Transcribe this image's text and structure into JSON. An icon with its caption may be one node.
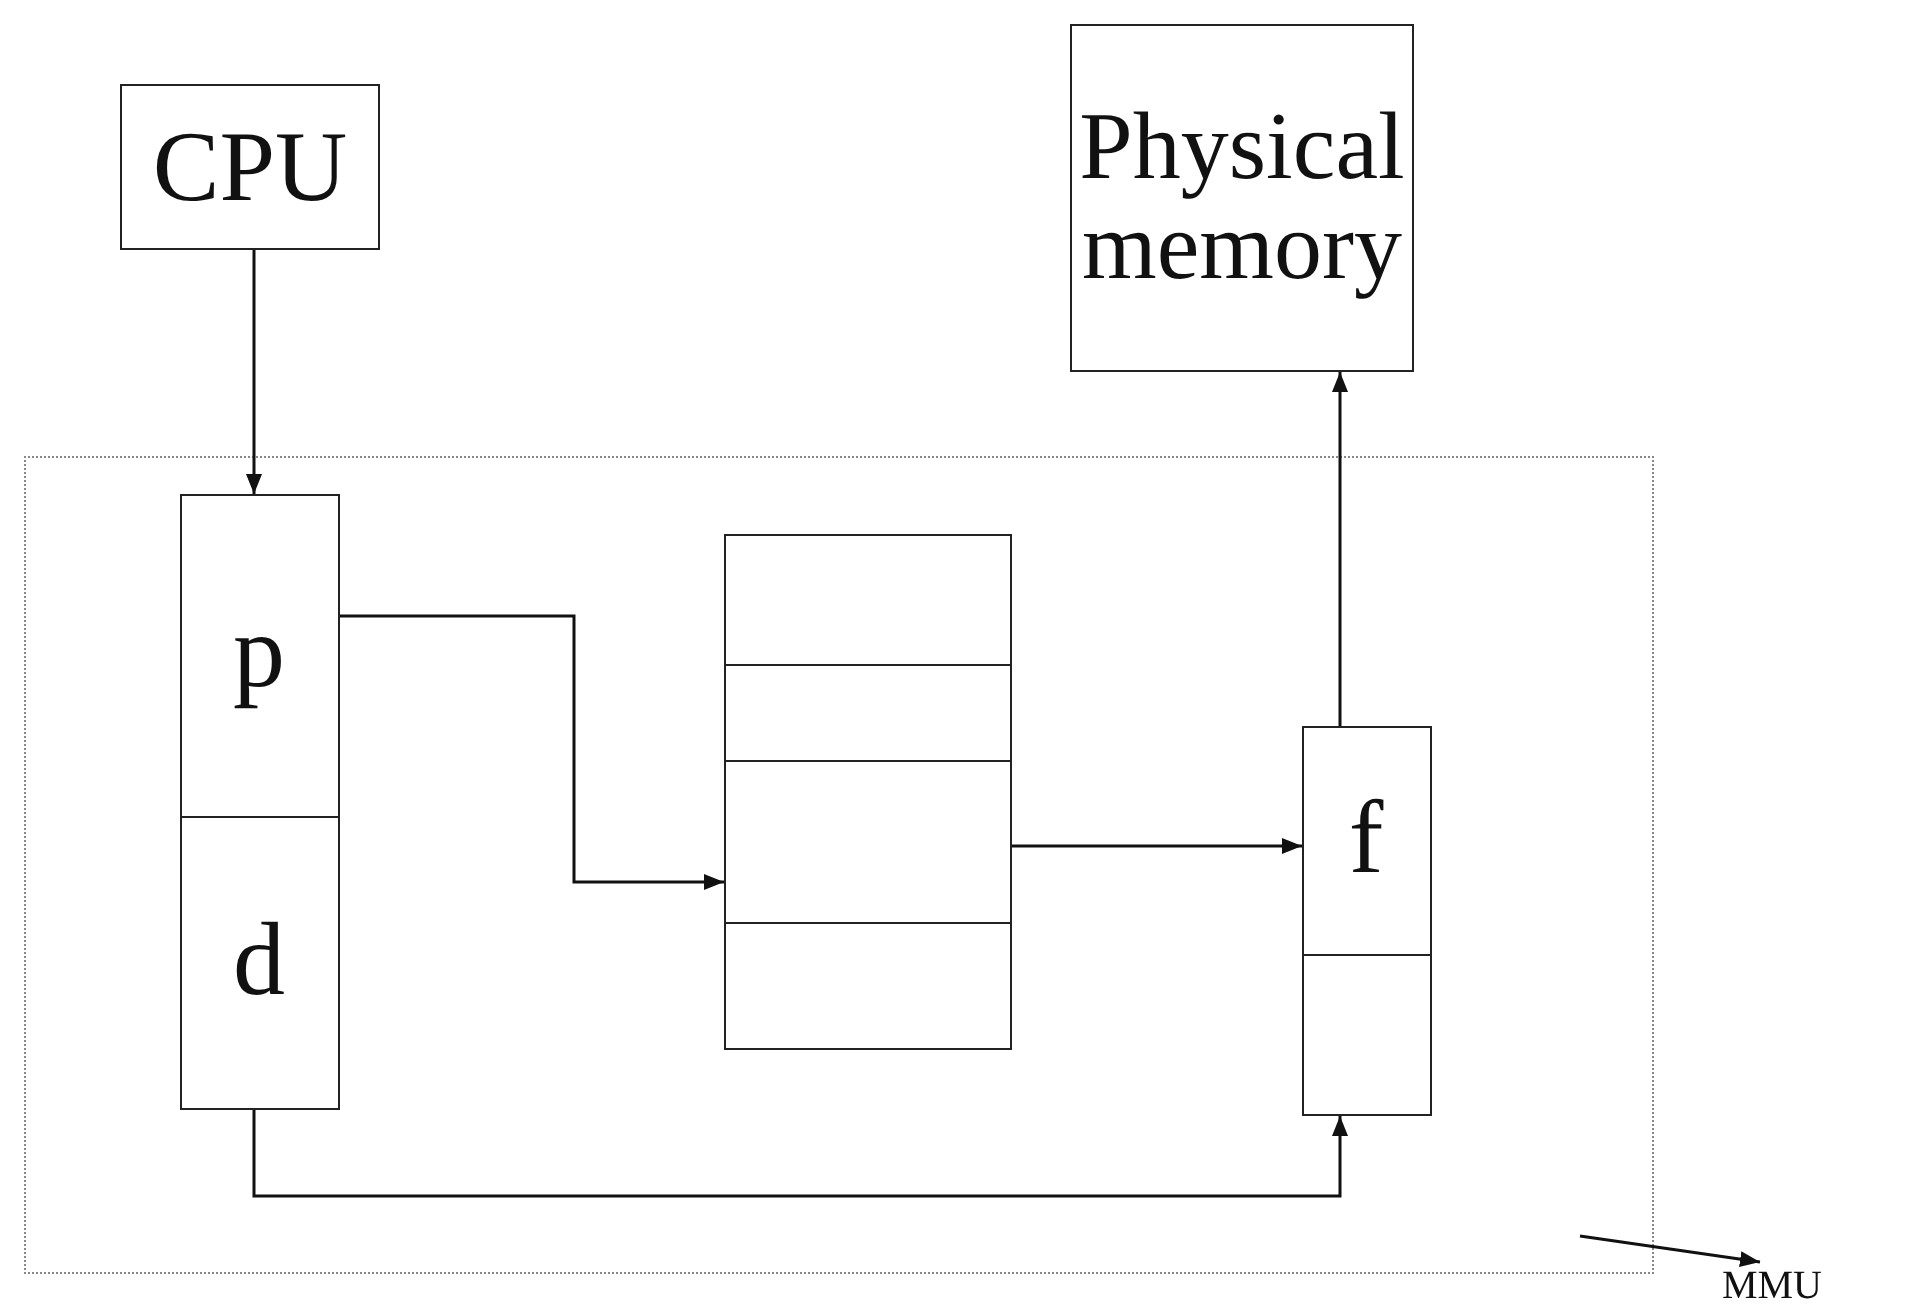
{
  "diagram": {
    "nodes": [
      {
        "text": [
          "CPU"
        ]
      },
      {
        "text": [
          "Physical memory"
        ]
      },
      {
        "text": [],
        "shape": "box"
      },
      {
        "text": [
          "p"
        ],
        "in": 2
      },
      {
        "text": [
          "d"
        ],
        "in": 2
      },
      {
        "text": [],
        "shape": "box",
        "in": 2
      },
      {
        "text": [],
        "shape": "box",
        "in": 2
      },
      {
        "text": [],
        "shape": "box",
        "in": 2
      },
      {
        "text": [],
        "shape": "box",
        "in": 2
      },
      {
        "text": [
          "f"
        ],
        "in": 2
      },
      {
        "text": [],
        "shape": "box",
        "in": 2
      },
      {
        "text": [
          "MMU"
        ]
      }
    ],
    "edges": [
      {
        "from": 0,
        "to": 3,
        "arrow": "to"
      },
      {
        "from": 3,
        "to": 7,
        "arrow": "to"
      },
      {
        "from": 7,
        "to": 9,
        "arrow": "to"
      },
      {
        "from": 9,
        "to": 1,
        "arrow": "to"
      },
      {
        "from": 4,
        "to": 10,
        "arrow": "to"
      },
      {
        "from": null,
        "to": 11,
        "arrow": "to"
      }
    ]
  }
}
